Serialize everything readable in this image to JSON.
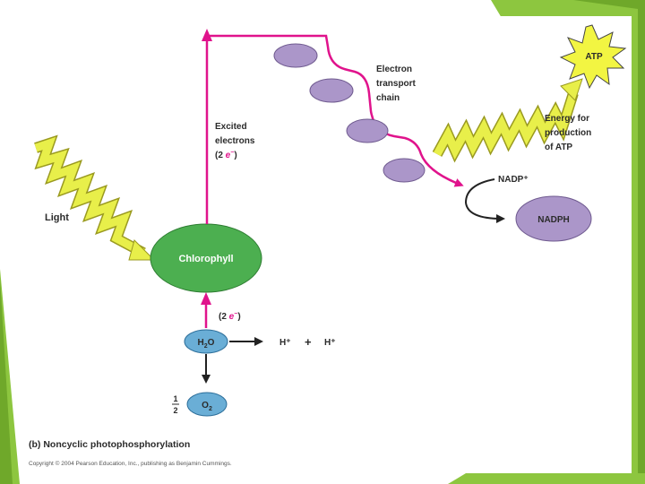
{
  "diagram": {
    "labels": {
      "light": "Light",
      "excited_line1": "Excited",
      "excited_line2": "electrons",
      "excited_line3_prefix": "(2 ",
      "excited_line3_e": "e",
      "excited_line3_sup": "−",
      "excited_line3_suffix": ")",
      "etc_line1": "Electron",
      "etc_line2": "transport",
      "etc_line3": "chain",
      "energy_line1": "Energy for",
      "energy_line2": "production",
      "energy_line3": "of ATP",
      "atp": "ATP",
      "nadp_plus": "NADP⁺",
      "nadph": "NADPH",
      "chlorophyll": "Chlorophyll",
      "two_e_prefix": "(2 ",
      "two_e_e": "e",
      "two_e_sup": "−",
      "two_e_suffix": ")",
      "water_h": "H",
      "water_sub": "2",
      "water_o": "O",
      "h_plus_1": "H⁺",
      "plus": "+",
      "h_plus_2": "H⁺",
      "half_num": "1",
      "half_den": "2",
      "oxygen_o": "O",
      "oxygen_sub": "2",
      "caption": "(b) Noncyclic photophosphorylation",
      "copyright": "Copyright © 2004 Pearson Education, Inc., publishing as Benjamin Cummings."
    },
    "colors": {
      "pathway": "#e0138c",
      "light_bolt": "#e8ef4a",
      "light_bolt_stroke": "#9a9a20",
      "chlorophyll": "#4caf50",
      "etc_carrier": "#ab96c9",
      "nadph": "#ab96c9",
      "water": "#6aaed6",
      "atp_burst": "#f2f542",
      "slide_accent": "#8dc63f",
      "slide_accent_dark": "#6fa82a",
      "text": "#2b2b2b",
      "minus_sign": "#e0138c"
    }
  }
}
